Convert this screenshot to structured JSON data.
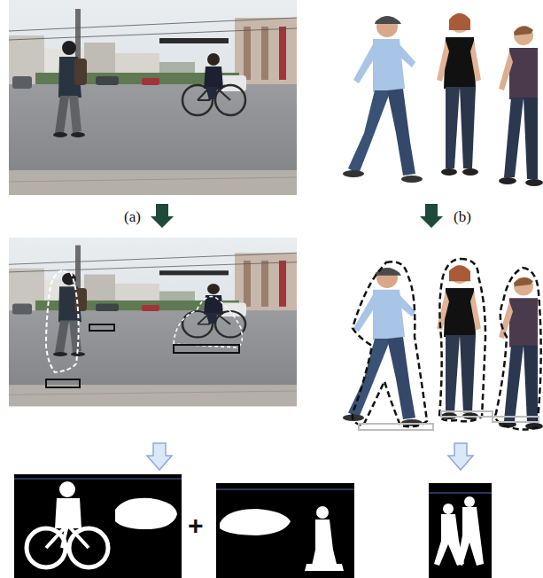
{
  "diagram": {
    "labels": [
      "(a)",
      "(b)",
      "+"
    ]
  }
}
